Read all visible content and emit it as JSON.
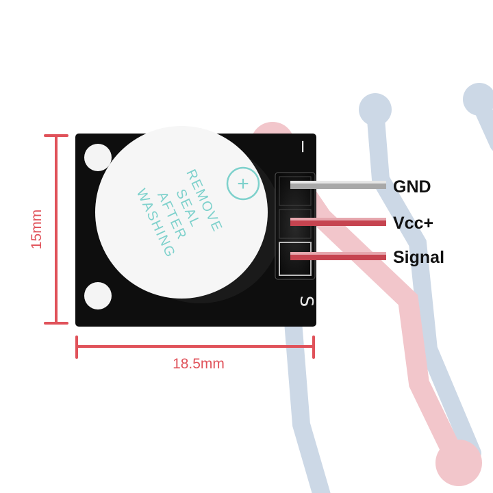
{
  "dimensions": {
    "height": "15mm",
    "width": "18.5mm"
  },
  "pins": {
    "gnd": "GND",
    "vcc": "Vcc+",
    "signal": "Signal"
  },
  "sticker": {
    "line1": "REMOVE",
    "line2": "SEAL",
    "line3": "AFTER",
    "line4": "WASHING",
    "polarity": "+"
  },
  "silkscreen": {
    "minus": "−",
    "s": "S"
  },
  "colors": {
    "dimension": "#e0525a",
    "pcb": "#0e0e0e",
    "decor_blue": "#ccd8e6",
    "decor_red": "#f2c6cb",
    "sticker_text": "#7ed1cc",
    "pin_red": "#c64450"
  }
}
